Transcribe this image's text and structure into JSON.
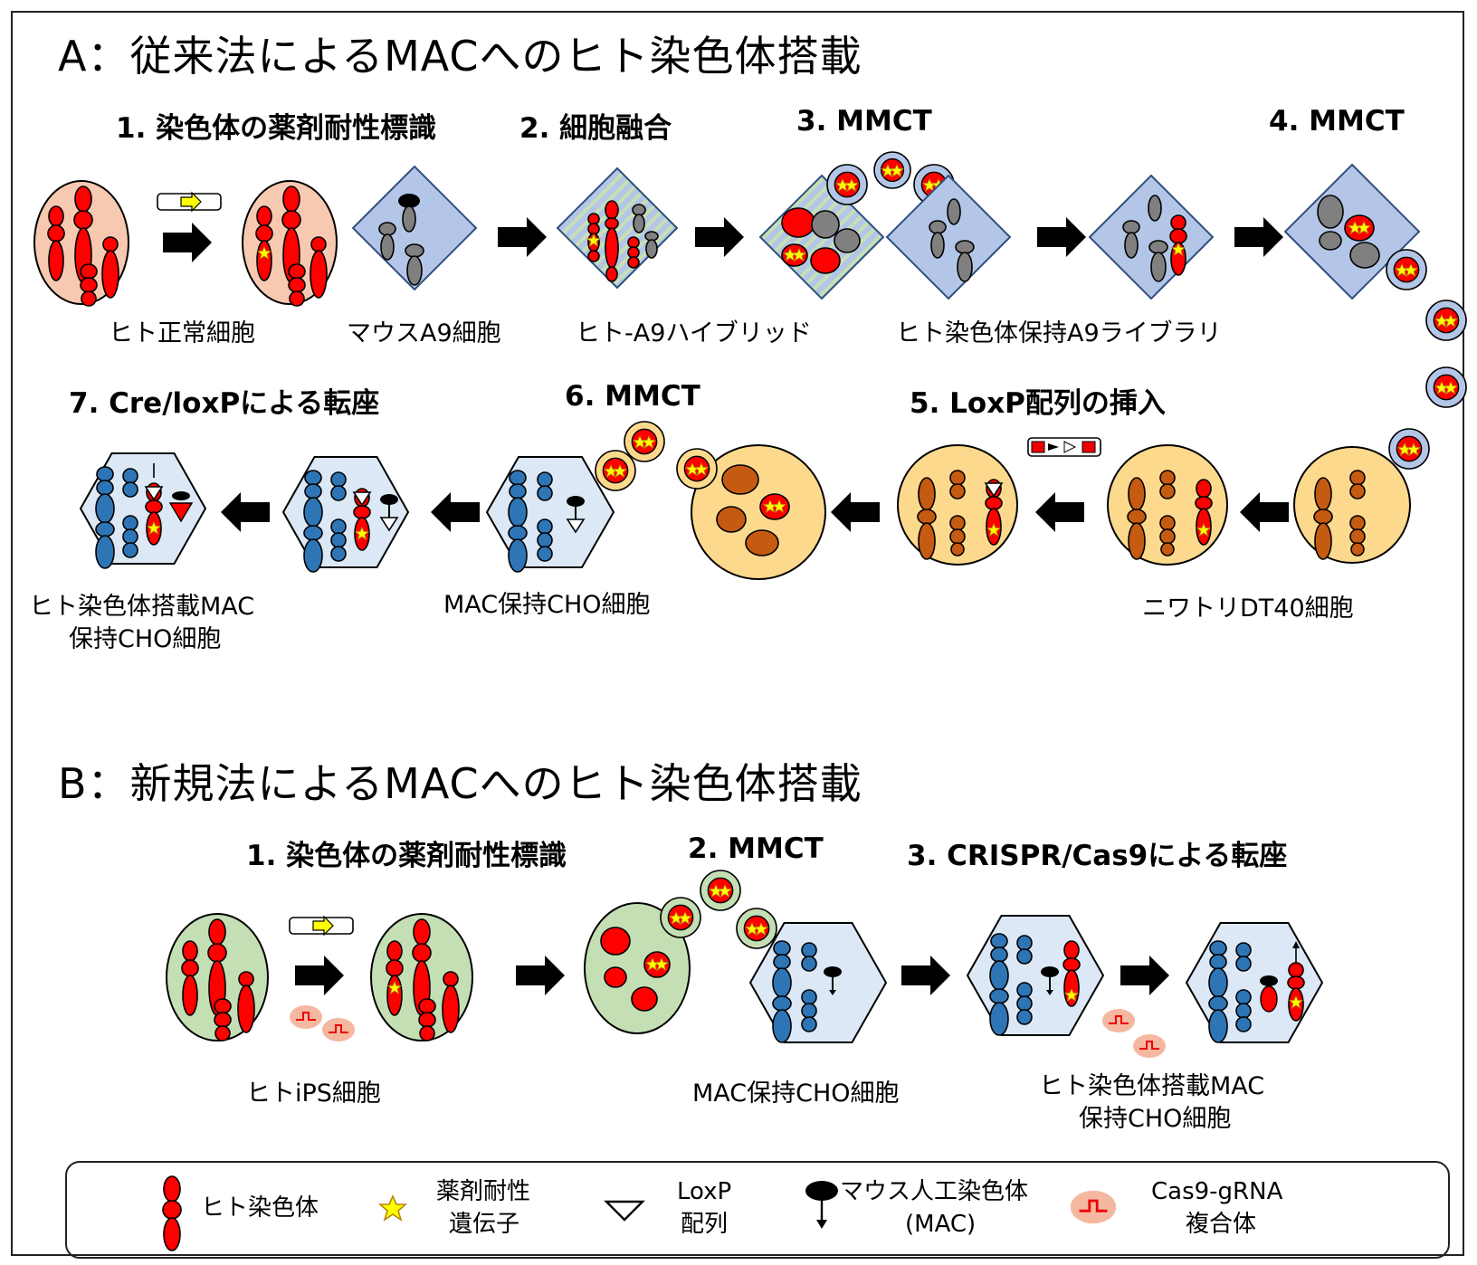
{
  "panel_a": {
    "title": "A：従来法によるMACへのヒト染色体搭載",
    "steps": [
      "1.  染色体の薬剤耐性標識",
      "2.  細胞融合",
      "3.  MMCT",
      "4.  MMCT",
      "5.  LoxP配列の挿入",
      "6.  MMCT",
      "7.  Cre/loxPによる転座"
    ],
    "captions": {
      "human_normal": "ヒト正常細胞",
      "mouse_a9": "マウスA9細胞",
      "hybrid": "ヒト-A9ハイブリッド",
      "library": "ヒト染色体保持A9ライブラリ",
      "dt40": "ニワトリDT40細胞",
      "mac_cho": "MAC保持CHO細胞",
      "result_line1": "ヒト染色体搭載MAC",
      "result_line2": "保持CHO細胞"
    }
  },
  "panel_b": {
    "title": "B：新規法によるMACへのヒト染色体搭載",
    "steps": [
      "1.  染色体の薬剤耐性標識",
      "2.  MMCT",
      "3.  CRISPR/Cas9による転座"
    ],
    "captions": {
      "ips": "ヒトiPS細胞",
      "mac_cho": "MAC保持CHO細胞",
      "result_line1": "ヒト染色体搭載MAC",
      "result_line2": "保持CHO細胞"
    }
  },
  "legend": {
    "human_chromosome": "ヒト染色体",
    "drug_resistance_line1": "薬剤耐性",
    "drug_resistance_line2": "遺伝子",
    "loxp_line1": "LoxP",
    "loxp_line2": "配列",
    "mac_line1": "マウス人工染色体",
    "mac_line2": "(MAC)",
    "cas9_line1": "Cas9-gRNA",
    "cas9_line2": "複合体"
  },
  "colors": {
    "human_cell": "#f8c9b1",
    "mouse_cell": "#b4c6e7",
    "hybrid_stripe": "#c6e0b4",
    "dt40_cell": "#fcd98d",
    "cho_cell": "#dce8f5",
    "ips_cell": "#c5dfb5",
    "human_chrom": "#ff0000",
    "mouse_chrom": "#808080",
    "chicken_chrom": "#c55a11",
    "cho_chrom": "#2e75b6",
    "marker": "#ffff00",
    "cas9": "#f4b8a0"
  }
}
